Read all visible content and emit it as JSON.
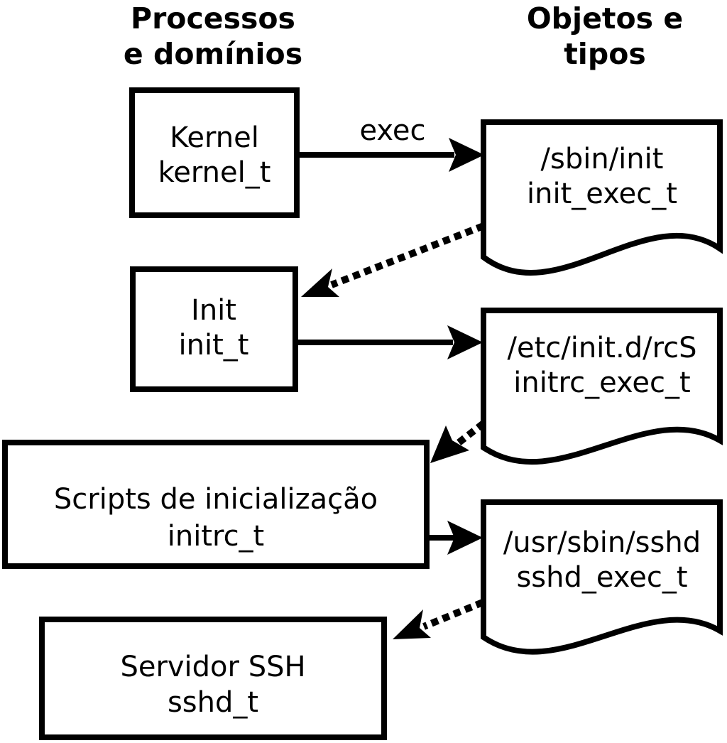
{
  "headers": {
    "left": {
      "line1": "Processos",
      "line2": "e domínios"
    },
    "right": {
      "line1": "Objetos e",
      "line2": "tipos"
    }
  },
  "processes": [
    {
      "name": "Kernel",
      "type": "kernel_t"
    },
    {
      "name": "Init",
      "type": "init_t"
    },
    {
      "name": "Scripts de inicialização",
      "type": "initrc_t"
    },
    {
      "name": "Servidor SSH",
      "type": "sshd_t"
    }
  ],
  "objects": [
    {
      "path": "/sbin/init",
      "type": "init_exec_t"
    },
    {
      "path": "/etc/init.d/rcS",
      "type": "initrc_exec_t"
    },
    {
      "path": "/usr/sbin/sshd",
      "type": "sshd_exec_t"
    }
  ],
  "arrows": {
    "exec_label": "exec"
  },
  "colors": {
    "ink": "#000000",
    "background": "#ffffff"
  }
}
